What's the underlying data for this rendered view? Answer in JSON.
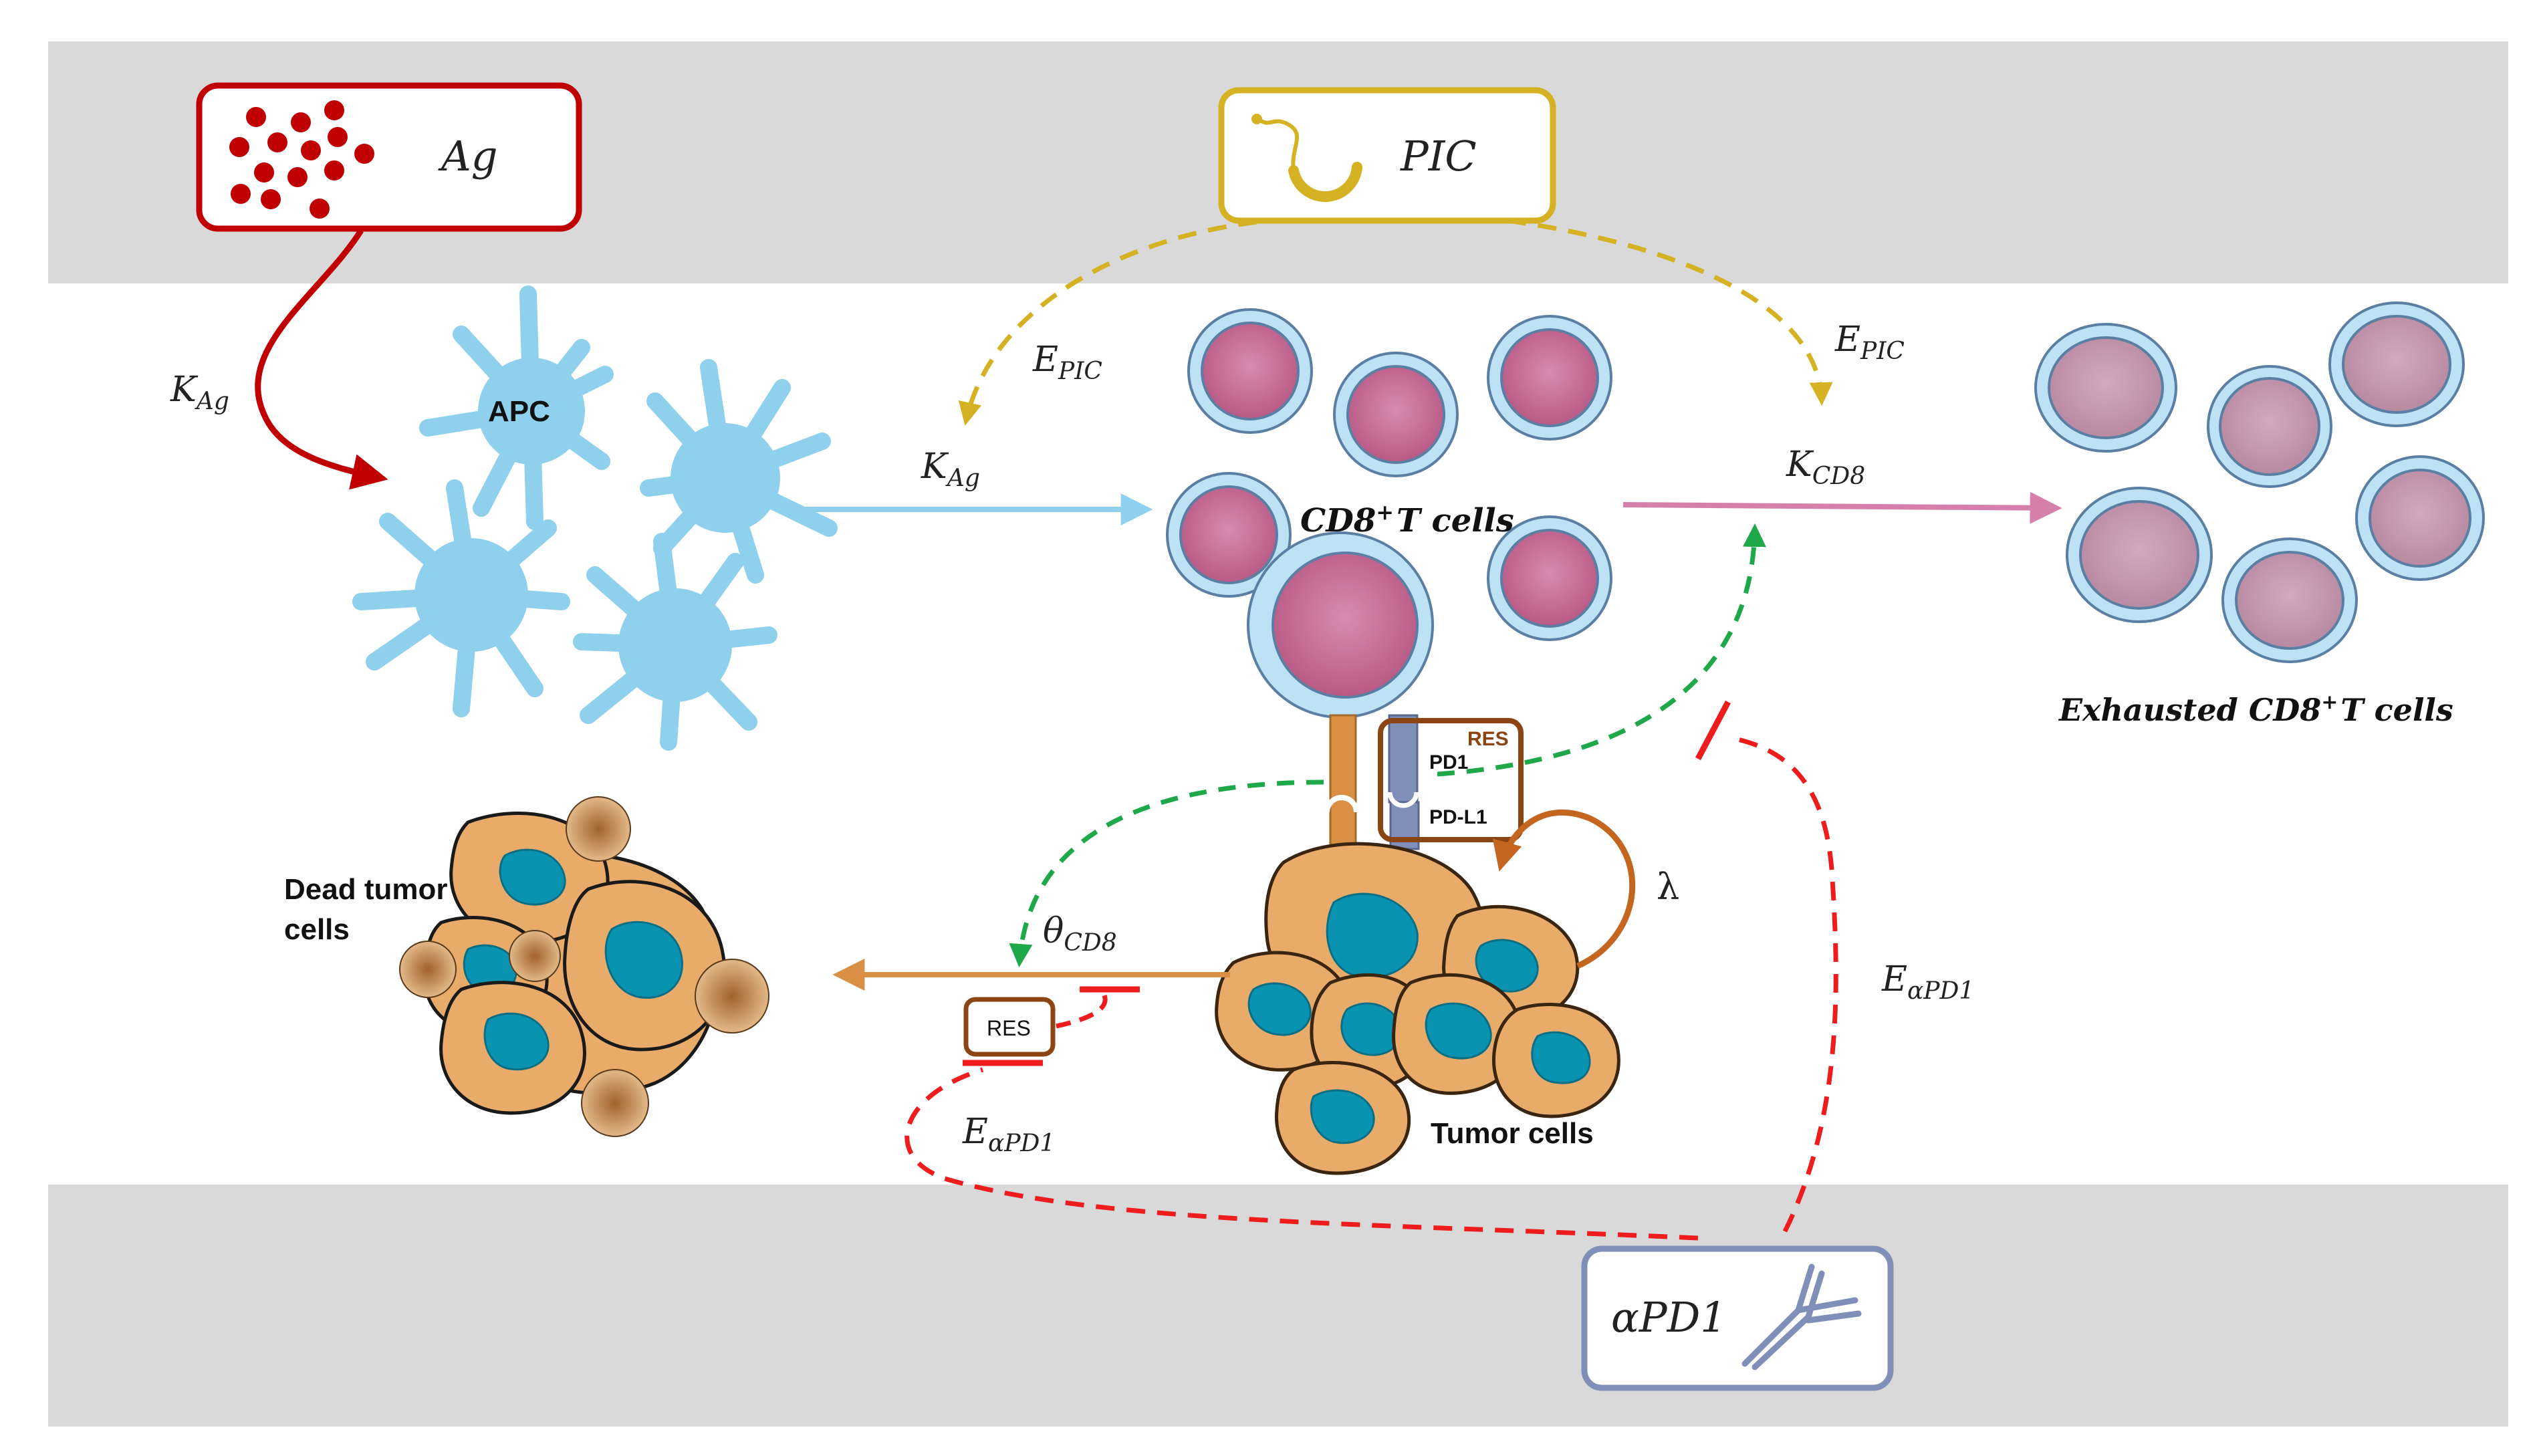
{
  "inputs": {
    "ag": "Ag",
    "pic": "PIC",
    "apd1": "αPD1"
  },
  "cells": {
    "apc": "APC",
    "cd8_main": "CD8",
    "cd8_sup": "+",
    "cd8_tail": "T cells",
    "exhausted_main": "Exhausted CD8",
    "exhausted_sup": "+",
    "exhausted_tail": "T cells",
    "dead_line1": "Dead tumor",
    "dead_line2": "cells",
    "tumor": "Tumor cells"
  },
  "receptors": {
    "res_upper": "RES",
    "pd1": "PD1",
    "pdl1": "PD-L1",
    "res_lower": "RES"
  },
  "parameters": {
    "k_ag_1": {
      "base": "K",
      "sub": "Ag"
    },
    "k_ag_2": {
      "base": "K",
      "sub": "Ag"
    },
    "e_pic_1": {
      "base": "E",
      "sub": "PIC"
    },
    "e_pic_2": {
      "base": "E",
      "sub": "PIC"
    },
    "k_cd8": {
      "base": "K",
      "sub": "CD8"
    },
    "theta_cd8": {
      "base": "θ",
      "sub": "CD8"
    },
    "lambda": "λ",
    "e_apd1_1": {
      "base": "E",
      "sub": "αPD1"
    },
    "e_apd1_2": {
      "base": "E",
      "sub": "αPD1"
    }
  },
  "colors": {
    "band_gray": "#d9d9d9",
    "ag_red": "#c00000",
    "pic_gold": "#d4b223",
    "apd1_blue": "#7f8fb8",
    "apc_blue": "#8fd0ec",
    "activation_arrow": "#8fd0ec",
    "exhaustion_arrow": "#d67fab",
    "killing_arrow": "#d99044",
    "green_dashed": "#1fa84a",
    "red_dashed": "#ee1c1c",
    "res_brown": "#8b4513",
    "lambda_arrow": "#c4661f",
    "tumor_orange": "#e8ab6a",
    "tumor_nucleus": "#0a93b0",
    "cd8_pink": "#c8709b",
    "exhausted_pink": "#c79ab3"
  }
}
